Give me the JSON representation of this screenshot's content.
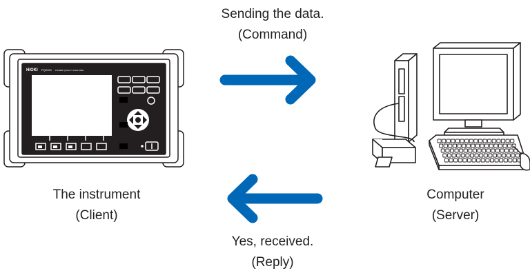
{
  "send": {
    "line1": "Sending the data.",
    "line2": "(Command)"
  },
  "reply": {
    "line1": "Yes, received.",
    "line2": "(Reply)"
  },
  "client": {
    "line1": "The instrument",
    "line2": "(Client)"
  },
  "server": {
    "line1": "Computer",
    "line2": "(Server)"
  },
  "instrument": {
    "brand": "HIOKI",
    "model": "PQ3100",
    "subtitle": "POWER QUALITY ANALYZER"
  },
  "colors": {
    "arrow": "#0068b7",
    "outline": "#231f20"
  }
}
